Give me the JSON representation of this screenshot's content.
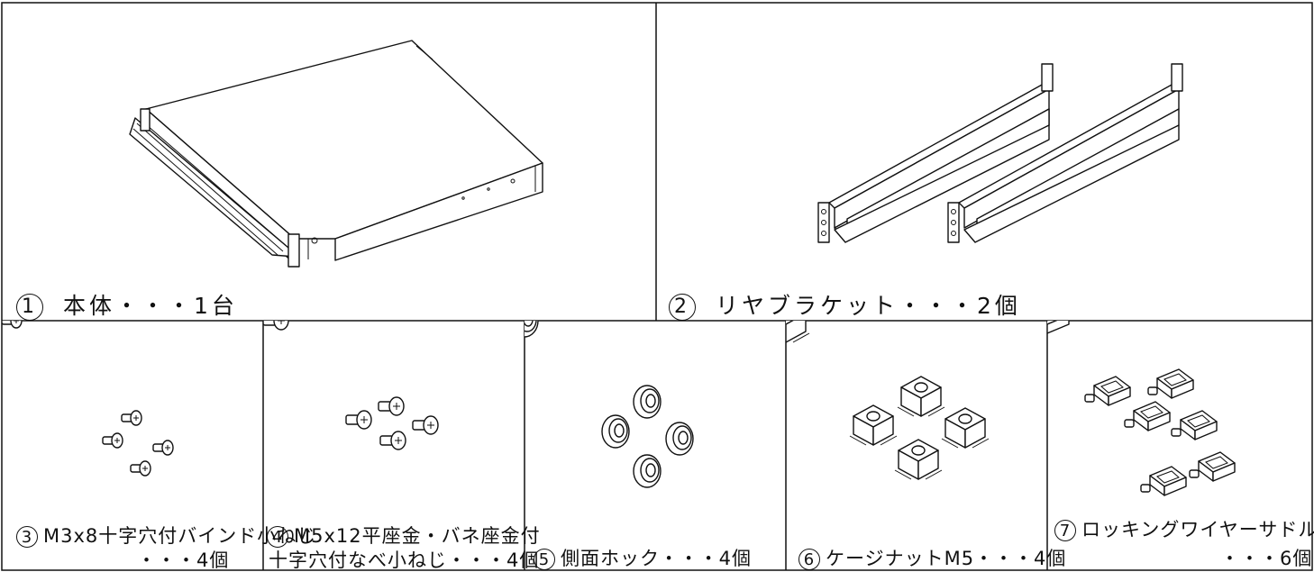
{
  "panels": [
    {
      "num": "1",
      "text": "本体・・・1台",
      "icon": "main-unit-icon"
    },
    {
      "num": "2",
      "text": "リヤブラケット・・・2個",
      "icon": "rear-bracket-icon"
    },
    {
      "num": "3",
      "text": "M3x8十字穴付バインド小ねじ",
      "text2": "・・・4個",
      "icon": "binding-screw-icon"
    },
    {
      "num": "4",
      "text": "M5x12平座金・バネ座金付",
      "text2": "十字穴付なべ小ねじ・・・4個",
      "icon": "pan-head-screw-icon"
    },
    {
      "num": "5",
      "text": "側面ホック・・・4個",
      "icon": "side-hook-icon"
    },
    {
      "num": "6",
      "text": "ケージナットM5・・・4個",
      "icon": "cage-nut-icon"
    },
    {
      "num": "7",
      "text": "ロッキングワイヤーサドル",
      "text2": "・・・6個",
      "icon": "locking-wire-saddle-icon"
    }
  ]
}
